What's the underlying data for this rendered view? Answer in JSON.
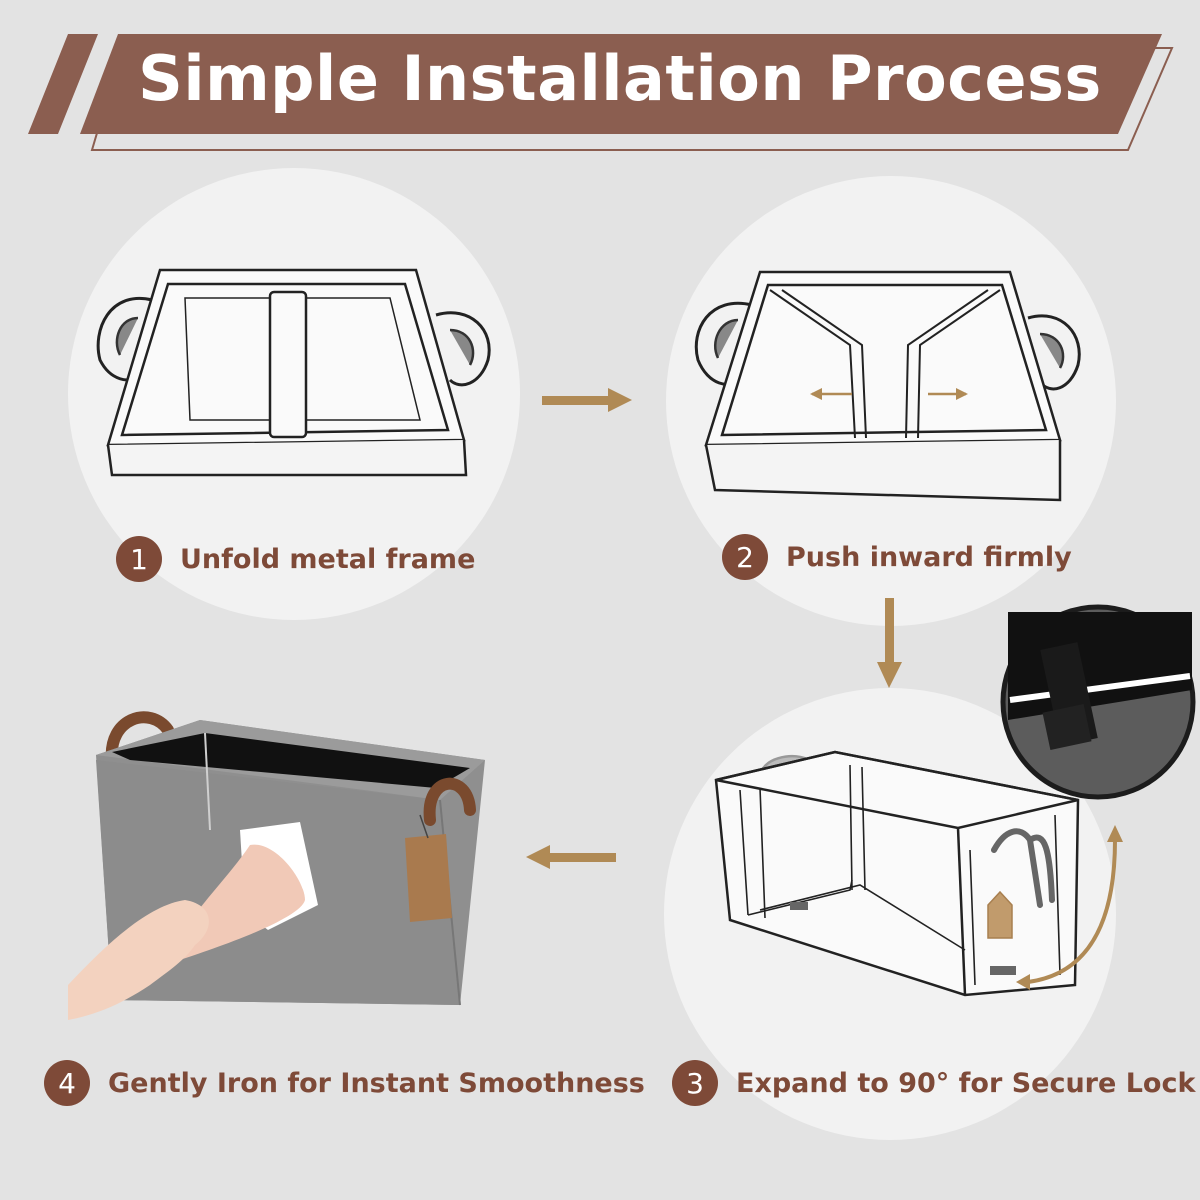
{
  "title": "Simple Installation Process",
  "colors": {
    "banner": "#8b5e50",
    "accent": "#7e4a38",
    "arrow": "#b08a55",
    "background": "#e3e3e3",
    "circle": "#f2f2f2",
    "fabric": "#8f8f8f"
  },
  "steps": [
    {
      "number": "1",
      "label": "Unfold metal frame"
    },
    {
      "number": "2",
      "label": "Push inward firmly"
    },
    {
      "number": "3",
      "label": "Expand to 90° for Secure Lock"
    },
    {
      "number": "4",
      "label": "Gently Iron for Instant Smoothness"
    }
  ],
  "icons": [
    "arrow-right-icon",
    "arrow-down-icon",
    "arrow-left-icon",
    "curved-arrow-icon"
  ]
}
